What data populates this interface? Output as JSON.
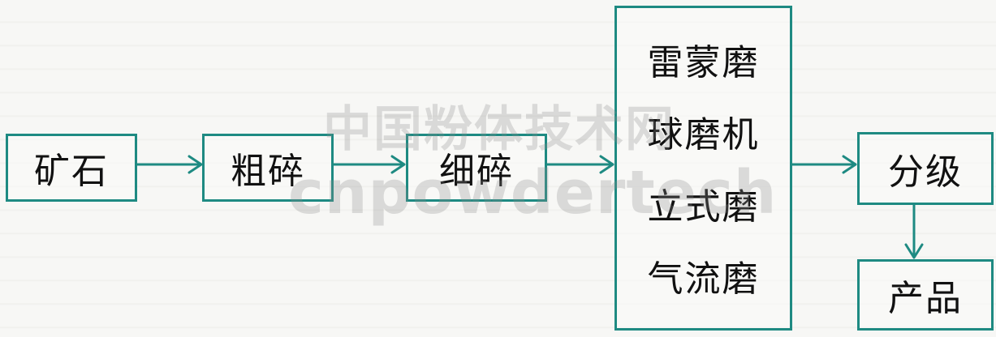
{
  "nodes": {
    "ore": "矿石",
    "coarse_crush": "粗碎",
    "fine_crush": "细碎",
    "mills": [
      "雷蒙磨",
      "球磨机",
      "立式磨",
      "气流磨"
    ],
    "classify": "分级",
    "product": "产品"
  },
  "watermark": {
    "chinese": "中国粉体技术网",
    "english": "cnpowdertech"
  },
  "colors": {
    "border": "#1e8a82",
    "arrow": "#1e8a82",
    "text": "#111111"
  }
}
